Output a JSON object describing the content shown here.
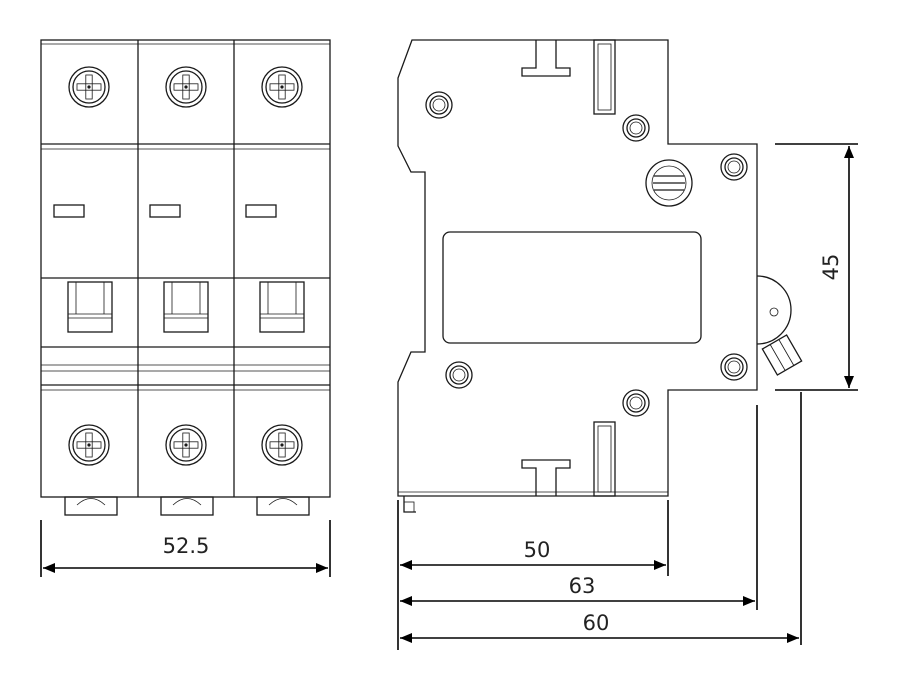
{
  "dimensions": {
    "front_width": "52.5",
    "side_depth_body": "50",
    "side_depth_handle": "63",
    "side_depth_total": "60",
    "front_height": "45"
  },
  "colors": {
    "stroke": "#1a1a1a",
    "background": "#ffffff"
  }
}
